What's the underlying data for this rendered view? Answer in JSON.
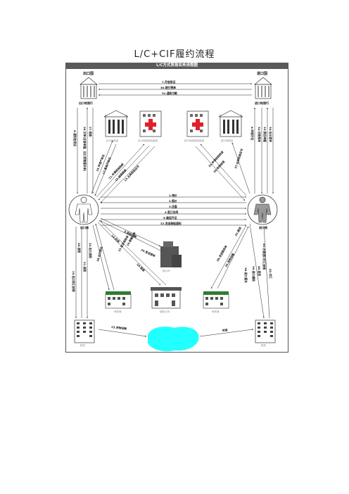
{
  "title": "L/C+CIF履约流程",
  "banner": "L/C方式贸易实务流程图",
  "nodes": {
    "export_country": "出口国",
    "import_country": "进口国",
    "exporter_bank": "出口地银行",
    "importer_bank": "进口地银行",
    "exporter": "出口商",
    "importer": "进口商",
    "left_building_1": "出口地商会",
    "left_building_2": "出口地检验检疫局",
    "right_building_1": "进口地检验检疫局",
    "right_building_2": "进口地商会",
    "shipping": "船公司",
    "customs_left": "海关局",
    "insurance": "保险公司",
    "customs_right": "海关局",
    "left_tax": "税务",
    "right_tax": "税务"
  },
  "bank_flows": [
    "7.开信用证",
    "30.银行寄单",
    "31.通知付款"
  ],
  "trade_flows": [
    "1.询价",
    "2.报价",
    "3.还盘",
    "4.签订合同",
    "5.催促开证",
    "22.发送装船通知"
  ],
  "left_vertical": [
    "8.通知信用证",
    "26.交单(全套单据、出口货物报关单)",
    "27.收款"
  ],
  "right_vertical": [
    "6.申请开证",
    "32.付款赎单",
    "33.换回单据",
    "34.出示提单"
  ],
  "left_diag_up": [
    "16.申请产地证",
    "17.签发产地证",
    "11.申请检验检疫",
    "12.检验检疫",
    "13.出具检验证书"
  ],
  "right_diag_up": [
    "35.申请检验检疫",
    "36.检验检疫",
    "37.出具检验证书"
  ],
  "left_lower_labels": [
    "18.出口报关",
    "19.出口收汇核销",
    "20.退税",
    "21.退税",
    "22.出口退税"
  ],
  "right_lower_labels": [
    "38.进口报关",
    "39.进口缴税",
    "40.提货",
    "41.办理进口付汇核销",
    "42.付汇"
  ],
  "center_flows": [
    "9.租船订舱",
    "10.配舱回单",
    "14.投保",
    "15.签发保险单",
    "24.装船",
    "25.签发提单"
  ],
  "right_center_flows": [
    "28.发送提货单",
    "29.货物运输",
    "43.提货"
  ],
  "bottom_flows": [
    "23.货物运输",
    "到港"
  ],
  "colors": {
    "sea": "#22ffff",
    "cross": "#e0202a",
    "roof": "#2e7d32"
  }
}
